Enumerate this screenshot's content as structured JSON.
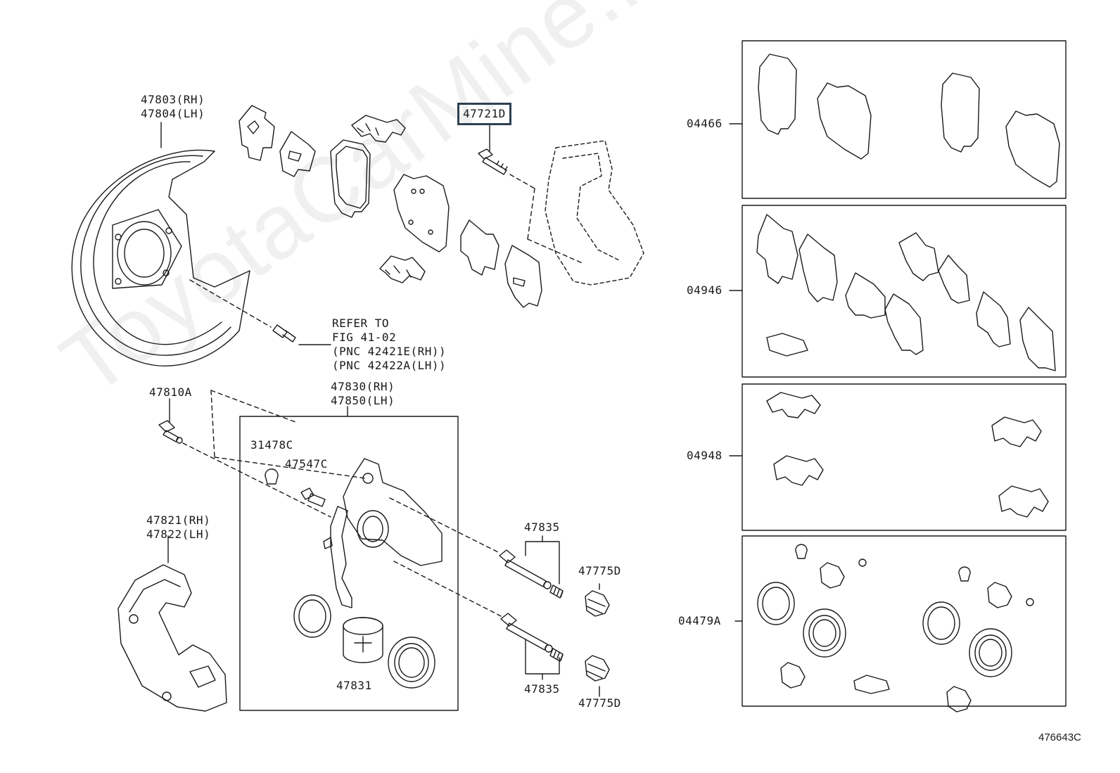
{
  "labels": {
    "shield_rh": "47803(RH)",
    "shield_lh": "47804(LH)",
    "bolt_highlight": "47721D",
    "refer_line1": "REFER TO",
    "refer_line2": "FIG 41-02",
    "refer_line3": "(PNC 42421E(RH))",
    "refer_line4": "(PNC 42422A(LH))",
    "bleeder": "47810A",
    "caliper_rh": "47830(RH)",
    "caliper_lh": "47850(LH)",
    "cap": "31478C",
    "plug": "47547C",
    "mount_rh": "47821(RH)",
    "mount_lh": "47822(LH)",
    "slide_pin_top": "47835",
    "slide_pin_bottom": "47835",
    "boot_top": "47775D",
    "boot_bottom": "47775D",
    "piston": "47831",
    "kit_pads": "04466",
    "kit_shims": "04946",
    "kit_clips": "04948",
    "kit_seal": "04479A",
    "figure_code": "476643C"
  },
  "watermark": "ToyotaCarMine.ru",
  "colors": {
    "line": "#1a1a1a",
    "highlight_box": "#2e4152",
    "watermark": "#d9d9d9"
  }
}
